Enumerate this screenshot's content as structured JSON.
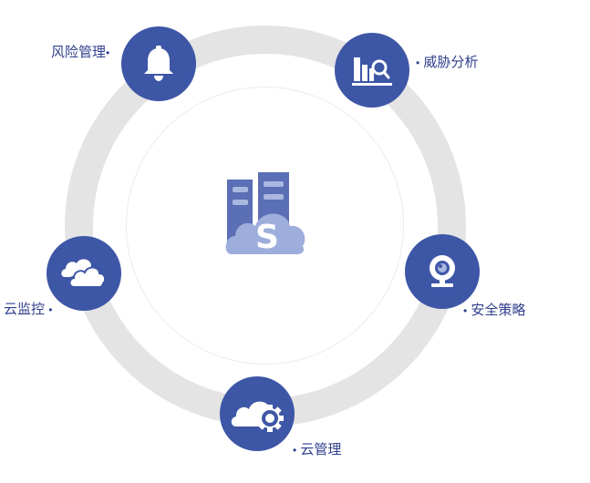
{
  "colors": {
    "node": "#3d56a6",
    "ring": "#e4e4e4",
    "label": "#2f3f8c",
    "cloud": "#9eaedc",
    "server": "#5a6fb5"
  },
  "center": {
    "letter": "S",
    "icon": "cloud-server-logo"
  },
  "nodes": [
    {
      "label": "风险管理",
      "icon": "bell-icon"
    },
    {
      "label": "威胁分析",
      "icon": "analysis-icon"
    },
    {
      "label": "安全策略",
      "icon": "webcam-icon"
    },
    {
      "label": "云管理",
      "icon": "cloud-gear-icon"
    },
    {
      "label": "云监控",
      "icon": "clouds-icon"
    }
  ]
}
